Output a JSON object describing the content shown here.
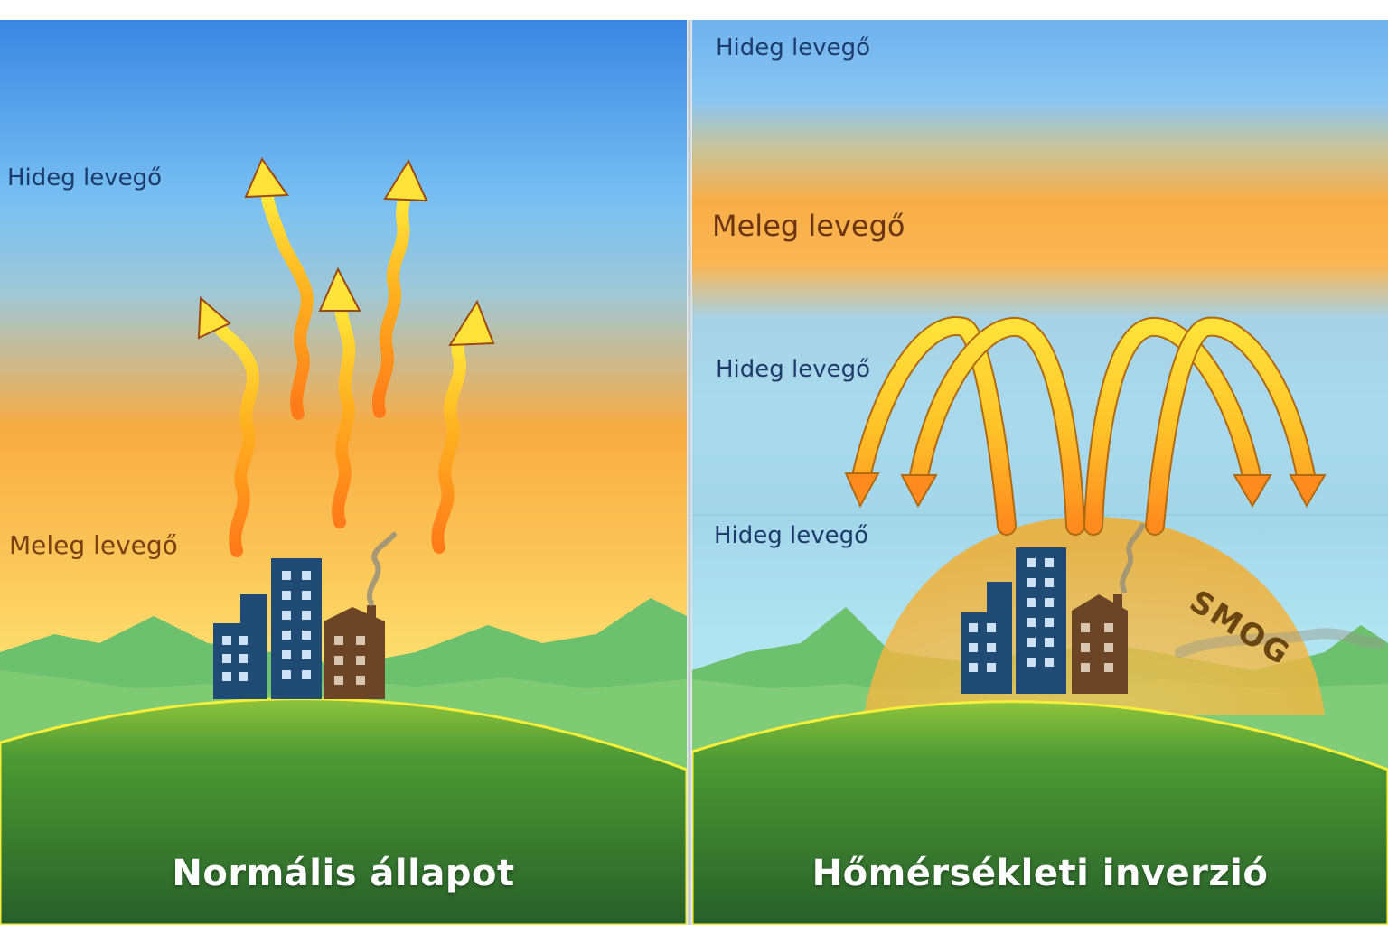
{
  "colors": {
    "sky_blue": "#3f8fe6",
    "warm_orange": "#f8ac43",
    "hill_green": "#3a8a3a",
    "arrow_yellow": "#ffe23a",
    "arrow_orange": "#ff8a1e",
    "building_blue": "#1f4b74",
    "building_brown": "#6b4526"
  },
  "normal": {
    "caption": "Normális állapot",
    "cold_label": "Hideg levegő",
    "warm_label": "Meleg levegő"
  },
  "inversion": {
    "caption": "Hőmérsékleti inverzió",
    "cold_top_label": "Hideg levegő",
    "warm_layer_label": "Meleg levegő",
    "cold_mid_label": "Hideg levegő",
    "cold_low_label": "Hideg levegő",
    "smog_label": "SMOG"
  }
}
